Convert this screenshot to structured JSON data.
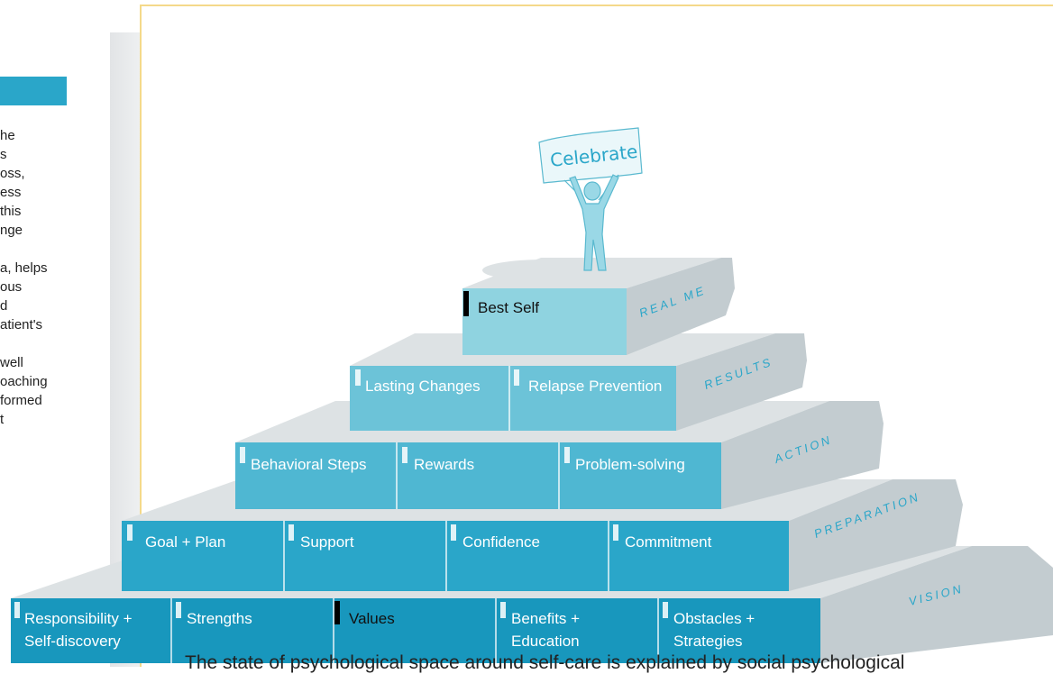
{
  "sidebar": {
    "lines": [
      "he",
      "s",
      "oss,",
      "ess",
      "this",
      "nge",
      "",
      "a, helps",
      "ous",
      "d",
      "atient's",
      "",
      "well",
      "oaching",
      "formed",
      "t"
    ]
  },
  "banner": {
    "text": "Celebrate"
  },
  "levels": [
    {
      "stage": "REAL ME",
      "cells": [
        {
          "label": "Best Self",
          "marker": true
        }
      ]
    },
    {
      "stage": "RESULTS",
      "cells": [
        {
          "label": "Lasting Changes"
        },
        {
          "label": "Relapse Prevention"
        }
      ]
    },
    {
      "stage": "ACTION",
      "cells": [
        {
          "label": "Behavioral Steps"
        },
        {
          "label": "Rewards"
        },
        {
          "label": "Problem-solving"
        }
      ]
    },
    {
      "stage": "PREPARATION",
      "cells": [
        {
          "label": "Goal + Plan"
        },
        {
          "label": "Support"
        },
        {
          "label": "Confidence"
        },
        {
          "label": "Commitment"
        }
      ]
    },
    {
      "stage": "VISION",
      "cells": [
        {
          "label": "Responsibility +",
          "label2": "Self-discovery"
        },
        {
          "label": "Strengths"
        },
        {
          "label": "Values",
          "marker": true,
          "dark": true
        },
        {
          "label": "Benefits +",
          "label2": "Education"
        },
        {
          "label": "Obstacles +",
          "label2": "Strategies"
        }
      ]
    }
  ],
  "colors": {
    "tier_real_me": "#8fd3e0",
    "tier_results": "#6cc3d8",
    "tier_action": "#4fb7d2",
    "tier_preparation": "#2aa6c9",
    "tier_vision": "#1897bd",
    "side": "#c3ccd0",
    "top": "#dde2e4",
    "figure": "#9ad8e6",
    "accent": "#2aa6c9"
  },
  "footer": {
    "cut_text": "The state of psychological space around self-care is explained by social psychological"
  }
}
